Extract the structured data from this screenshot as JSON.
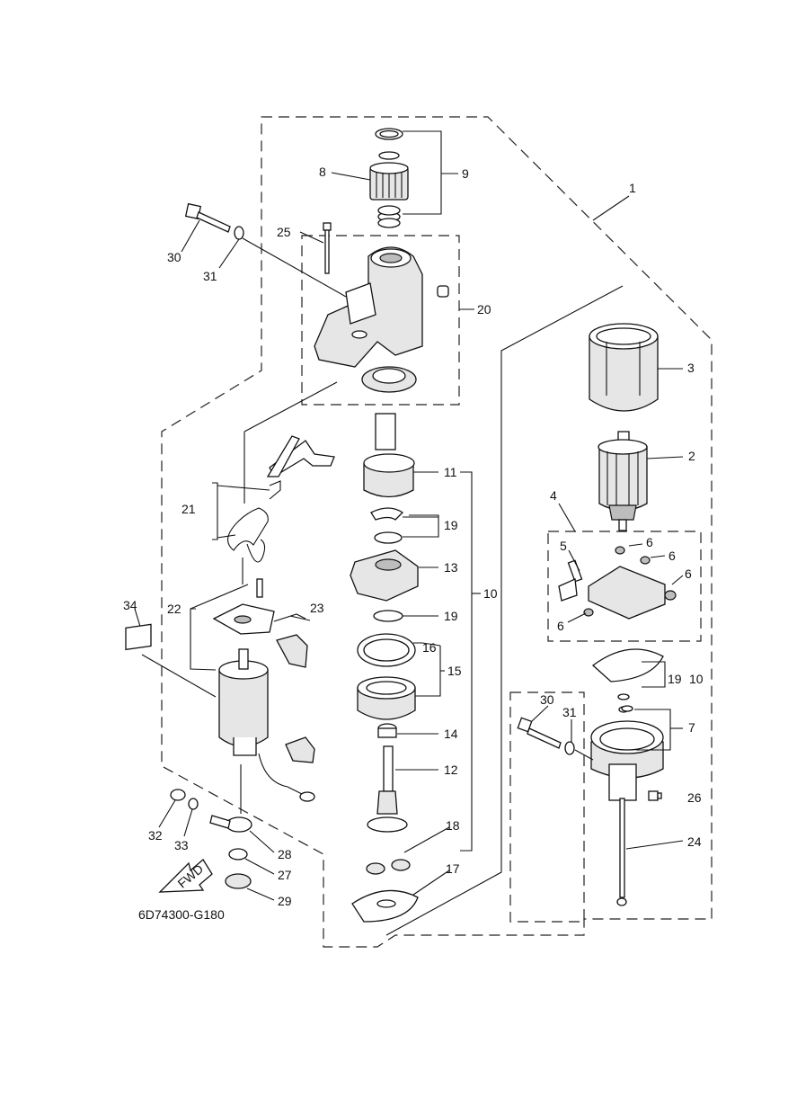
{
  "diagram": {
    "code": "6D74300-G180",
    "fwd": "FWD",
    "labels": {
      "l1": "1",
      "l2": "2",
      "l3": "3",
      "l4": "4",
      "l5": "5",
      "l6a": "6",
      "l6b": "6",
      "l6c": "6",
      "l6d": "6",
      "l7": "7",
      "l8": "8",
      "l9": "9",
      "l10a": "10",
      "l10b": "10",
      "l11": "11",
      "l12": "12",
      "l13": "13",
      "l14": "14",
      "l15": "15",
      "l16": "16",
      "l17": "17",
      "l18": "18",
      "l19a": "19",
      "l19b": "19",
      "l19c": "19",
      "l20": "20",
      "l21": "21",
      "l22": "22",
      "l23": "23",
      "l24": "24",
      "l25": "25",
      "l26": "26",
      "l27": "27",
      "l28": "28",
      "l29": "29",
      "l30a": "30",
      "l30b": "30",
      "l31a": "31",
      "l31b": "31",
      "l32": "32",
      "l33": "33",
      "l34": "34"
    }
  }
}
